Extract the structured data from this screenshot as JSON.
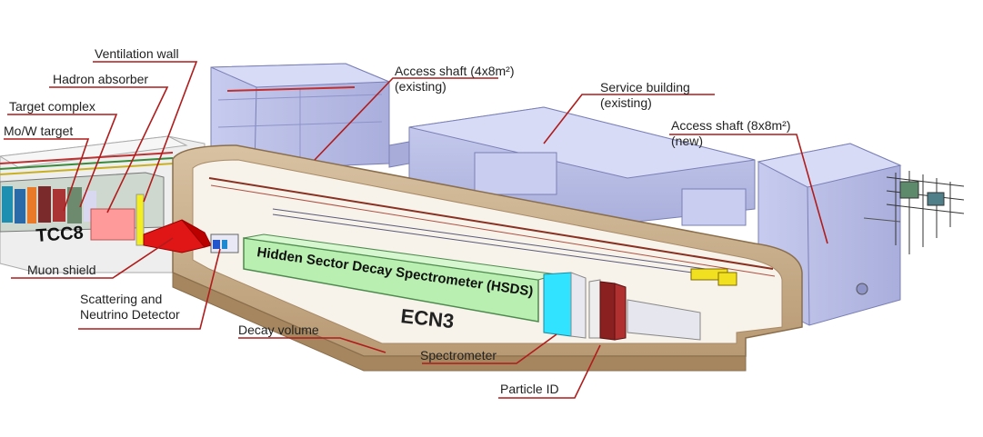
{
  "labels": {
    "ventilation_wall": "Ventilation wall",
    "hadron_absorber": "Hadron absorber",
    "target_complex": "Target complex",
    "mo_w_target": "Mo/W target",
    "access_shaft_existing_1": "Access shaft (4x8m²)",
    "access_shaft_existing_2": "(existing)",
    "service_building_1": "Service building",
    "service_building_2": "(existing)",
    "access_shaft_new_1": "Access shaft (8x8m²)",
    "access_shaft_new_2": "(new)",
    "muon_shield": "Muon shield",
    "scattering_1": "Scattering and",
    "scattering_2": "Neutrino Detector",
    "decay_volume": "Decay volume",
    "spectrometer": "Spectrometer",
    "particle_id": "Particle ID"
  },
  "cavern_labels": {
    "tcc8": "TCC8",
    "ecn3": "ECN3",
    "hsds": "Hidden Sector Decay Spectrometer (HSDS)"
  },
  "colors": {
    "leader_line": "#b01c1c",
    "cavern_wall": "#c9ad8a",
    "decay_volume": "#b9efb0",
    "spectrometer": "#31e3ff",
    "muon_shield": "#e01515",
    "hadron_absorber": "#ff9a9a",
    "ventilation_wall": "#f2ee20",
    "building": "#b9bde6"
  }
}
